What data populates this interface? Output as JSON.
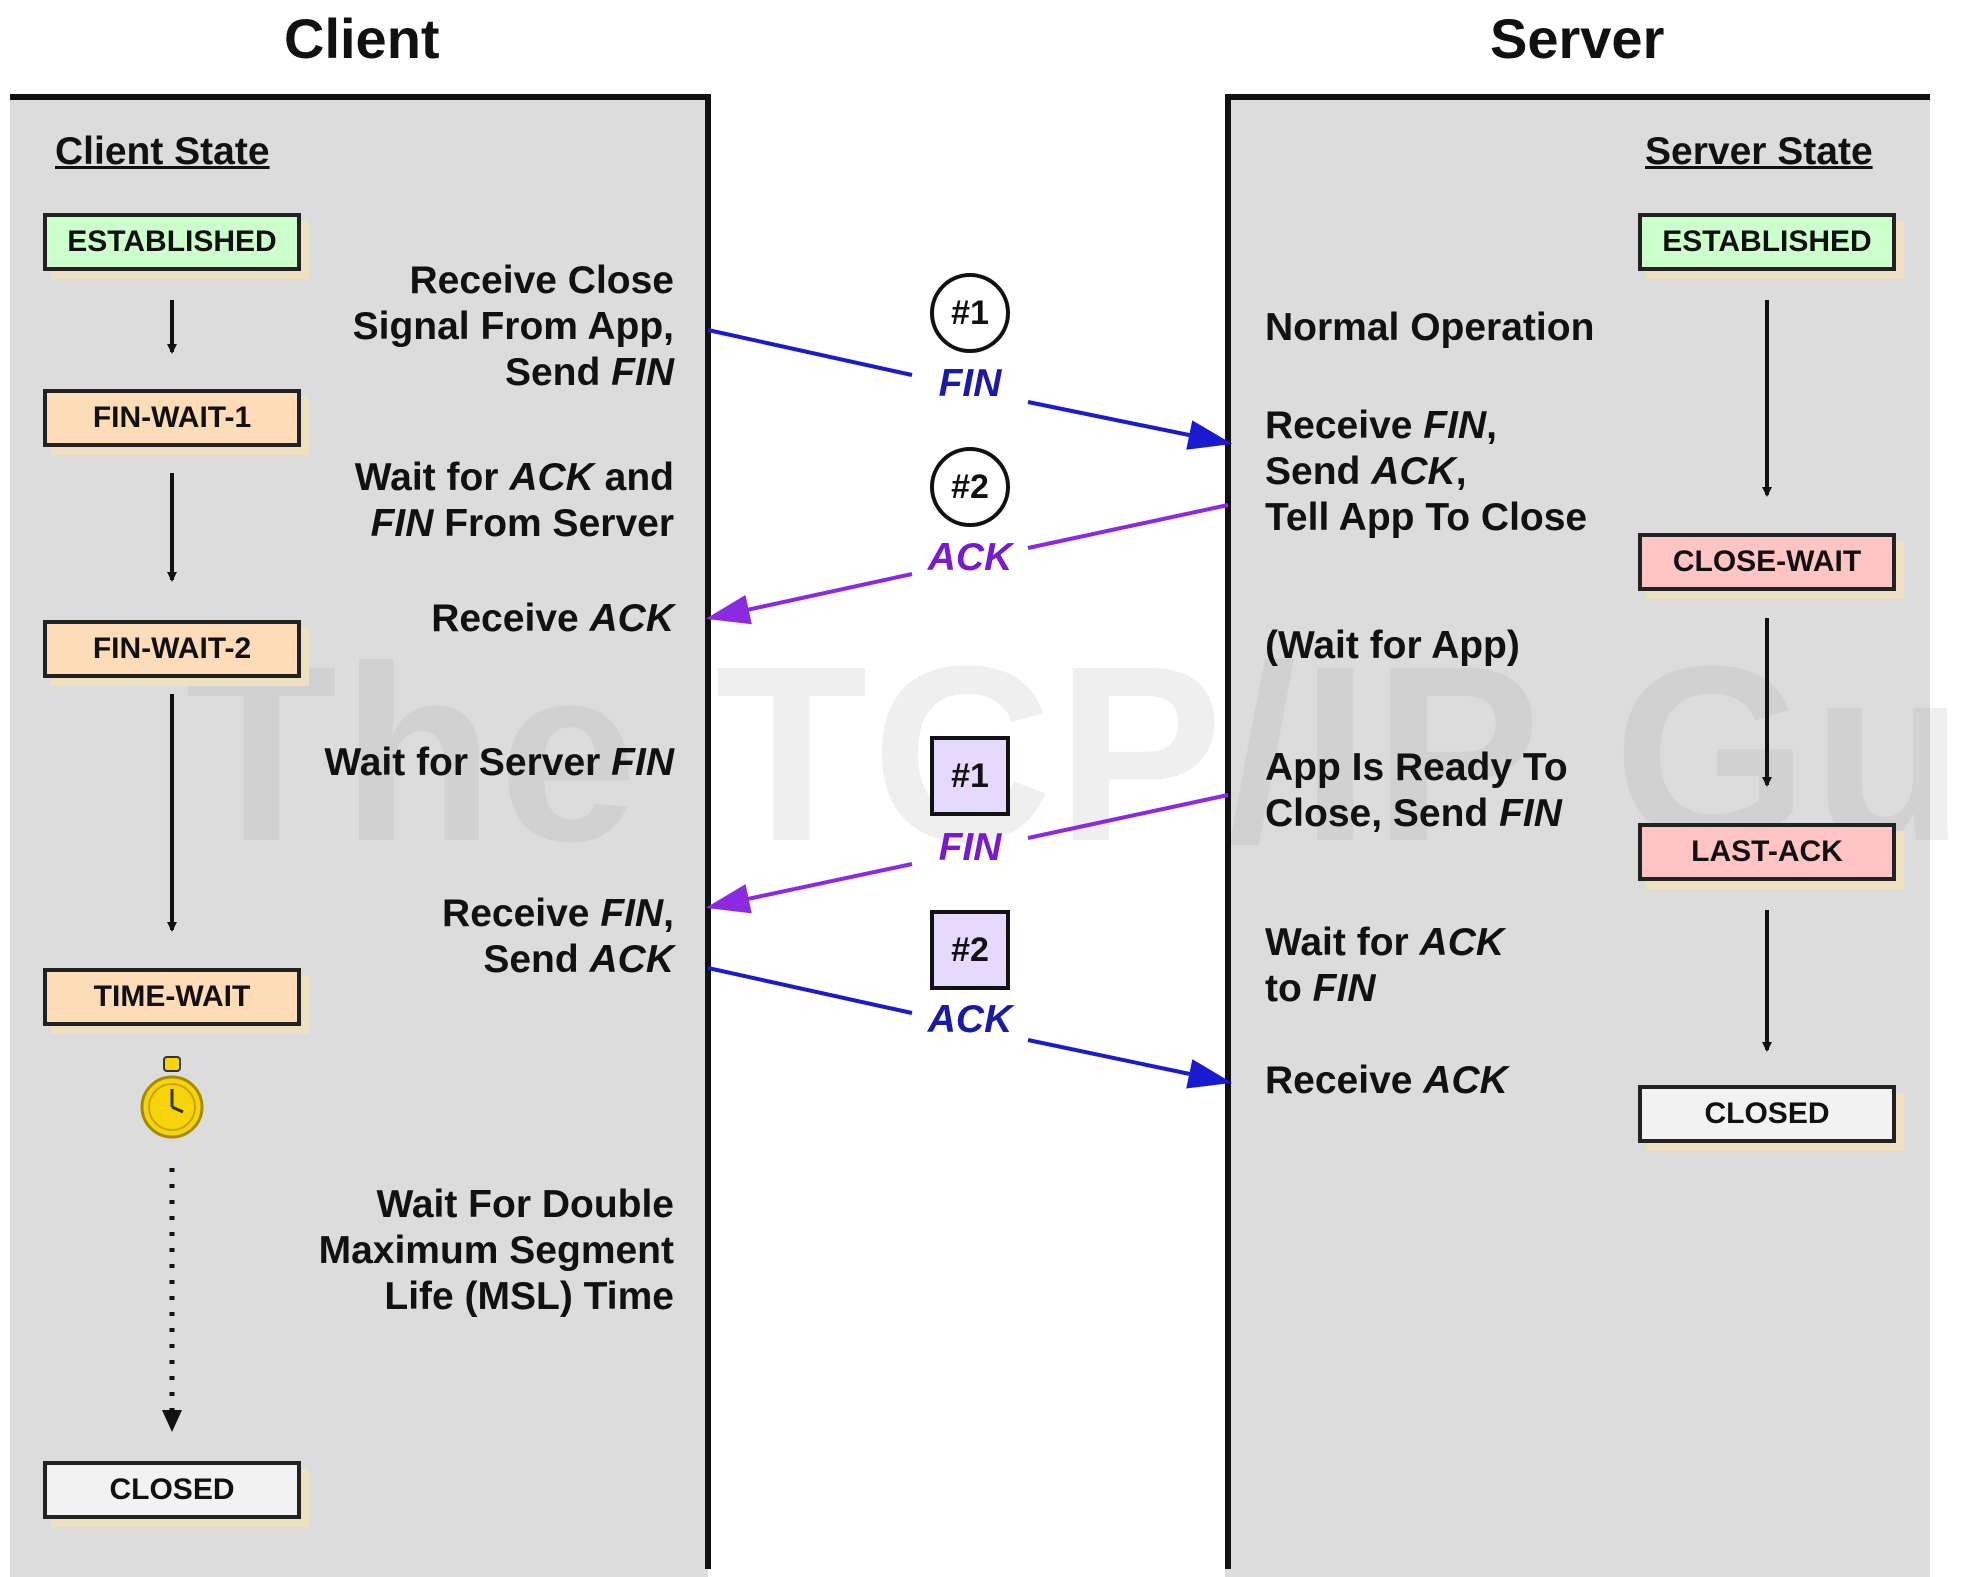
{
  "client": {
    "title": "Client",
    "state_heading": "Client State",
    "states": {
      "established": "ESTABLISHED",
      "fin_wait_1": "FIN-WAIT-1",
      "fin_wait_2": "FIN-WAIT-2",
      "time_wait": "TIME-WAIT",
      "closed": "CLOSED"
    },
    "descriptions": {
      "close_signal_l1": "Receive Close",
      "close_signal_l2": "Signal From App,",
      "close_signal_l3a": "Send ",
      "close_signal_l3b": "FIN",
      "wait_ack_l1a": "Wait for ",
      "wait_ack_l1b": "ACK",
      "wait_ack_l1c": " and",
      "wait_ack_l2a": "FIN",
      "wait_ack_l2b": " From Server",
      "receive_ack_a": "Receive ",
      "receive_ack_b": "ACK",
      "wait_server_fin_a": "Wait for Server ",
      "wait_server_fin_b": "FIN",
      "recv_fin_l1a": "Receive ",
      "recv_fin_l1b": "FIN",
      "recv_fin_l1c": ",",
      "recv_fin_l2a": "Send ",
      "recv_fin_l2b": "ACK",
      "msl_l1": "Wait For Double",
      "msl_l2": "Maximum Segment",
      "msl_l3": "Life (MSL) Time"
    }
  },
  "server": {
    "title": "Server",
    "state_heading": "Server State",
    "states": {
      "established": "ESTABLISHED",
      "close_wait": "CLOSE-WAIT",
      "last_ack": "LAST-ACK",
      "closed": "CLOSED"
    },
    "descriptions": {
      "normal": "Normal Operation",
      "recv_fin_l1a": "Receive ",
      "recv_fin_l1b": "FIN",
      "recv_fin_l1c": ",",
      "recv_fin_l2a": "Send ",
      "recv_fin_l2b": "ACK",
      "recv_fin_l2c": ",",
      "recv_fin_l3": "Tell App To Close",
      "wait_app": "(Wait for App)",
      "ready_l1": "App Is Ready To",
      "ready_l2a": "Close, Send ",
      "ready_l2b": "FIN",
      "wait_ack_l1a": "Wait for ",
      "wait_ack_l1b": "ACK",
      "wait_ack_l2a": "to ",
      "wait_ack_l2b": "FIN",
      "recv_ack_a": "Receive ",
      "recv_ack_b": "ACK"
    }
  },
  "segments": {
    "m1_badge": "#1",
    "m1_label": "FIN",
    "m2_badge": "#2",
    "m2_label": "ACK",
    "m3_badge": "#1",
    "m3_label": "FIN",
    "m4_badge": "#2",
    "m4_label": "ACK"
  },
  "watermark": "The TCP/IP Guide",
  "colors": {
    "panel": "#dcdcdc",
    "arrow_blue": "#1a1ad0",
    "arrow_purple": "#8a2be2",
    "state_green": "#ccffcc",
    "state_orange": "#ffdcb8",
    "state_red": "#ffc4c4",
    "timer": "#f7d40a"
  },
  "icons": {
    "timer": "stopwatch-icon"
  }
}
